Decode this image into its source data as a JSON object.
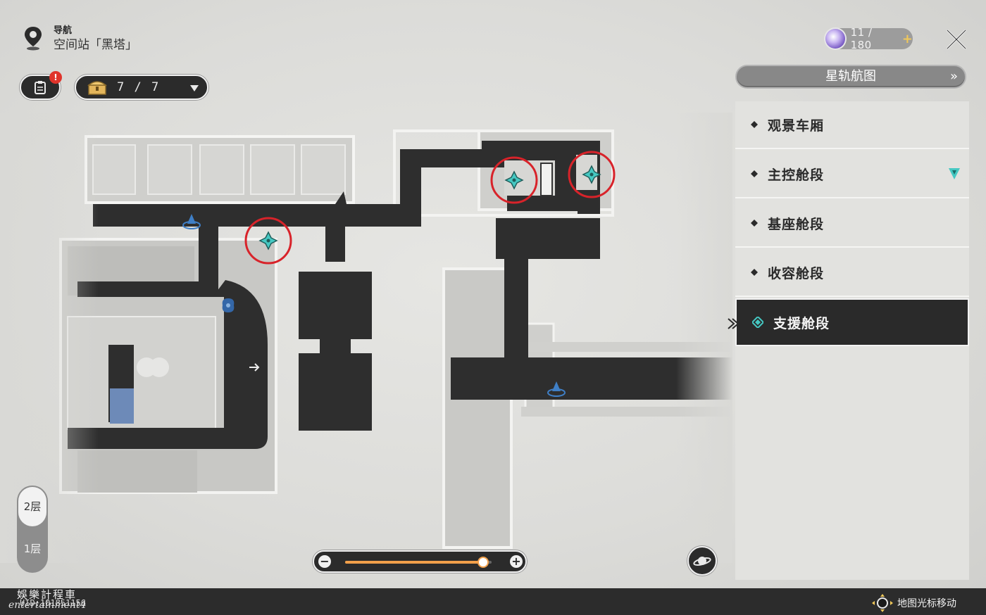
{
  "header": {
    "nav_label": "导航",
    "location": "空间站「黑塔」"
  },
  "toolbar": {
    "alert_badge": "!",
    "treasure_count": "7 / 7"
  },
  "top_right": {
    "power": "11 / 180",
    "power_plus": "+",
    "star_rail_label": "星轨航图",
    "star_rail_chevron": "»"
  },
  "areas": [
    {
      "label": "观景车厢",
      "selected": false,
      "has_marker": false
    },
    {
      "label": "主控舱段",
      "selected": false,
      "has_marker": true
    },
    {
      "label": "基座舱段",
      "selected": false,
      "has_marker": false
    },
    {
      "label": "收容舱段",
      "selected": false,
      "has_marker": false
    },
    {
      "label": "支援舱段",
      "selected": true,
      "has_marker": false
    }
  ],
  "floors": {
    "active": "2层",
    "inactive": "1层"
  },
  "zoom": {
    "minus": "−",
    "plus": "+",
    "level": 0.94
  },
  "bottom": {
    "uid": "UID:101851156",
    "watermark": "娛樂計程車",
    "watermark_sub": "entertainment4",
    "cursor_hint": "地图光标移动"
  },
  "colors": {
    "accent_teal": "#45c8c2",
    "marker_red": "#d8232a",
    "zoom_orange": "#f2a04a",
    "corridor": "#2e2e2e"
  },
  "map_icons": [
    "space-anchor-icon",
    "space-anchor-icon",
    "trailblaze-mission-icon",
    "chest-marker-icon",
    "chest-marker-icon",
    "chest-marker-icon"
  ]
}
